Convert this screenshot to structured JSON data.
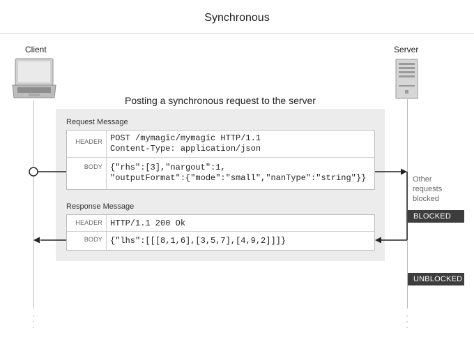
{
  "title": "Synchronous",
  "client": {
    "label": "Client",
    "icon": "laptop-icon"
  },
  "server": {
    "label": "Server",
    "icon": "server-tower-icon"
  },
  "caption": "Posting a synchronous request to the server",
  "request": {
    "label": "Request Message",
    "header_tag": "HEADER",
    "header_lines": [
      "POST /mymagic/mymagic HTTP/1.1",
      "Content-Type: application/json"
    ],
    "body_tag": "BODY",
    "body_lines": [
      "{\"rhs\":[3],\"nargout\":1,",
      "\"outputFormat\":{\"mode\":\"small\",\"nanType\":\"string\"}}"
    ]
  },
  "response": {
    "label": "Response Message",
    "header_tag": "HEADER",
    "header_line": "HTTP/1.1 200 Ok",
    "body_tag": "BODY",
    "body_line": "{\"lhs\":[[[8,1,6],[3,5,7],[4,9,2]]]}"
  },
  "server_note": [
    "Other",
    "requests",
    "blocked"
  ],
  "status": {
    "blocked": "BLOCKED",
    "unblocked": "UNBLOCKED"
  }
}
